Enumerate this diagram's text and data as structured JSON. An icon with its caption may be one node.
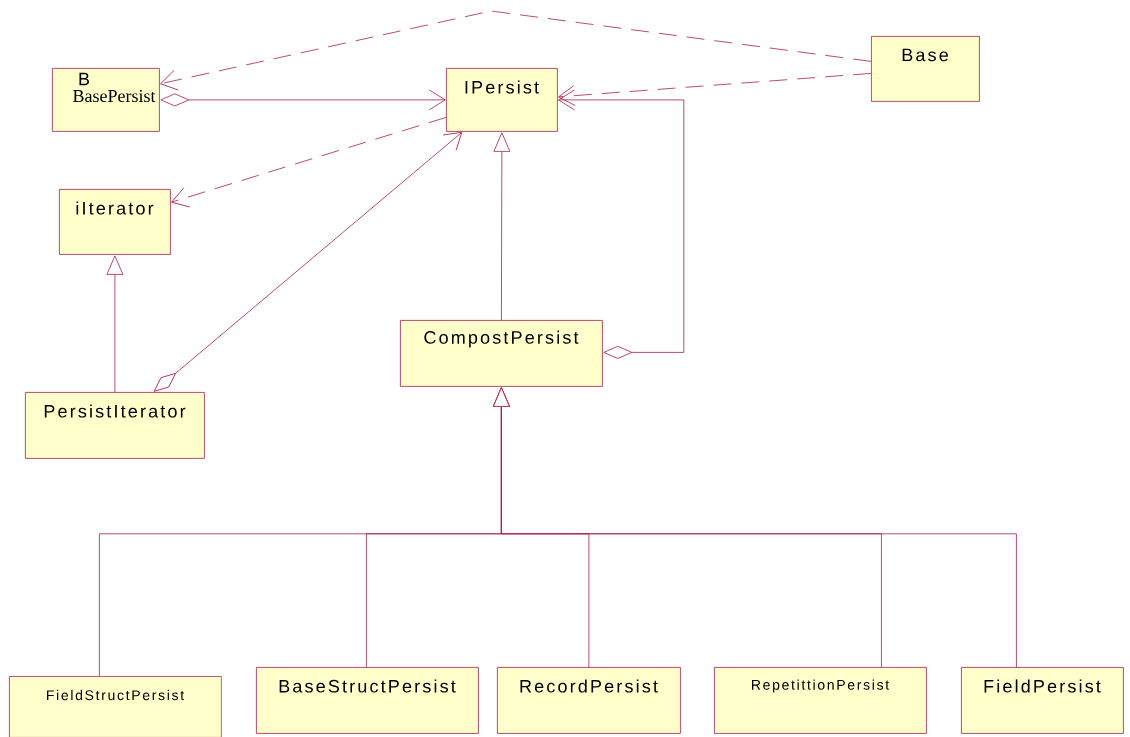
{
  "diagram": {
    "nodes": [
      {
        "text": [
          "B",
          "BasePersist"
        ]
      },
      {
        "text": [
          "IPersist"
        ]
      },
      {
        "text": [
          "Base"
        ]
      },
      {
        "text": [
          "iIterator"
        ]
      },
      {
        "text": [
          "CompostPersist"
        ]
      },
      {
        "text": [
          "PersistIterator"
        ]
      },
      {
        "text": [
          "FieldStructPersist"
        ]
      },
      {
        "text": [
          "BaseStructPersist"
        ]
      },
      {
        "text": [
          "RecordPersist"
        ]
      },
      {
        "text": [
          "RepetittionPersist"
        ]
      },
      {
        "text": [
          "FieldPersist"
        ]
      }
    ],
    "edges": [
      {
        "from": 2,
        "to": 0,
        "arrow": "to",
        "style": "dashed"
      },
      {
        "from": 2,
        "to": 1,
        "arrow": "to",
        "style": "dashed"
      },
      {
        "from": 0,
        "to": 1,
        "arrow": "to"
      },
      {
        "from": 1,
        "to": 3,
        "arrow": "to",
        "style": "dashed"
      },
      {
        "from": 5,
        "to": 1,
        "arrow": "to"
      },
      {
        "from": 4,
        "to": 1,
        "arrow": "to"
      },
      {
        "from": 4,
        "to": 1,
        "arrow": "to"
      },
      {
        "from": 5,
        "to": 3,
        "arrow": "to"
      },
      {
        "from": 6,
        "to": 4,
        "arrow": "to"
      },
      {
        "from": 7,
        "to": 4,
        "arrow": "to"
      },
      {
        "from": 8,
        "to": 4,
        "arrow": "to"
      },
      {
        "from": 9,
        "to": 4,
        "arrow": "to"
      },
      {
        "from": 10,
        "to": 4,
        "arrow": "to"
      }
    ]
  }
}
